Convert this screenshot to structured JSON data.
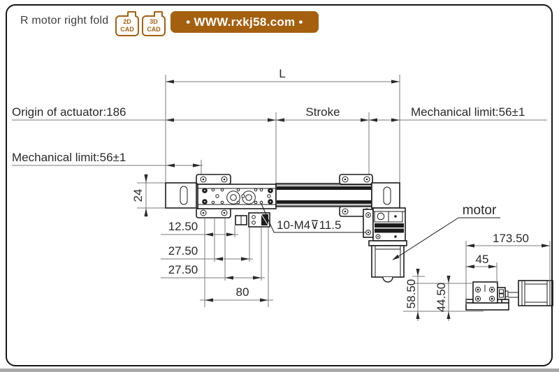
{
  "header": {
    "title": "R motor right fold",
    "badges": [
      {
        "top": "2D",
        "bottom": "CAD"
      },
      {
        "top": "3D",
        "bottom": "CAD"
      }
    ],
    "banner_text": "• WWW.rxkj58.com •",
    "brand_color": "#A5600F"
  },
  "drawing": {
    "labels": {
      "length": "L",
      "origin": "Origin of actuator:186",
      "stroke": "Stroke",
      "mech_limit_right": "Mechanical limit:56±1",
      "mech_limit_left": "Mechanical limit:56±1",
      "height_24": "24",
      "offset_12_50": "12.50",
      "pitch_27_50_a": "27.50",
      "pitch_27_50_b": "27.50",
      "span_80": "80",
      "thread_note": "10-M4⊽11.5",
      "motor": "motor",
      "overall_173_50": "173.50",
      "block_45": "45",
      "height_58_50": "58.50",
      "height_44_50": "44.50"
    },
    "line_color": "#1c1c1c",
    "dim_color": "#7a7a7a"
  }
}
